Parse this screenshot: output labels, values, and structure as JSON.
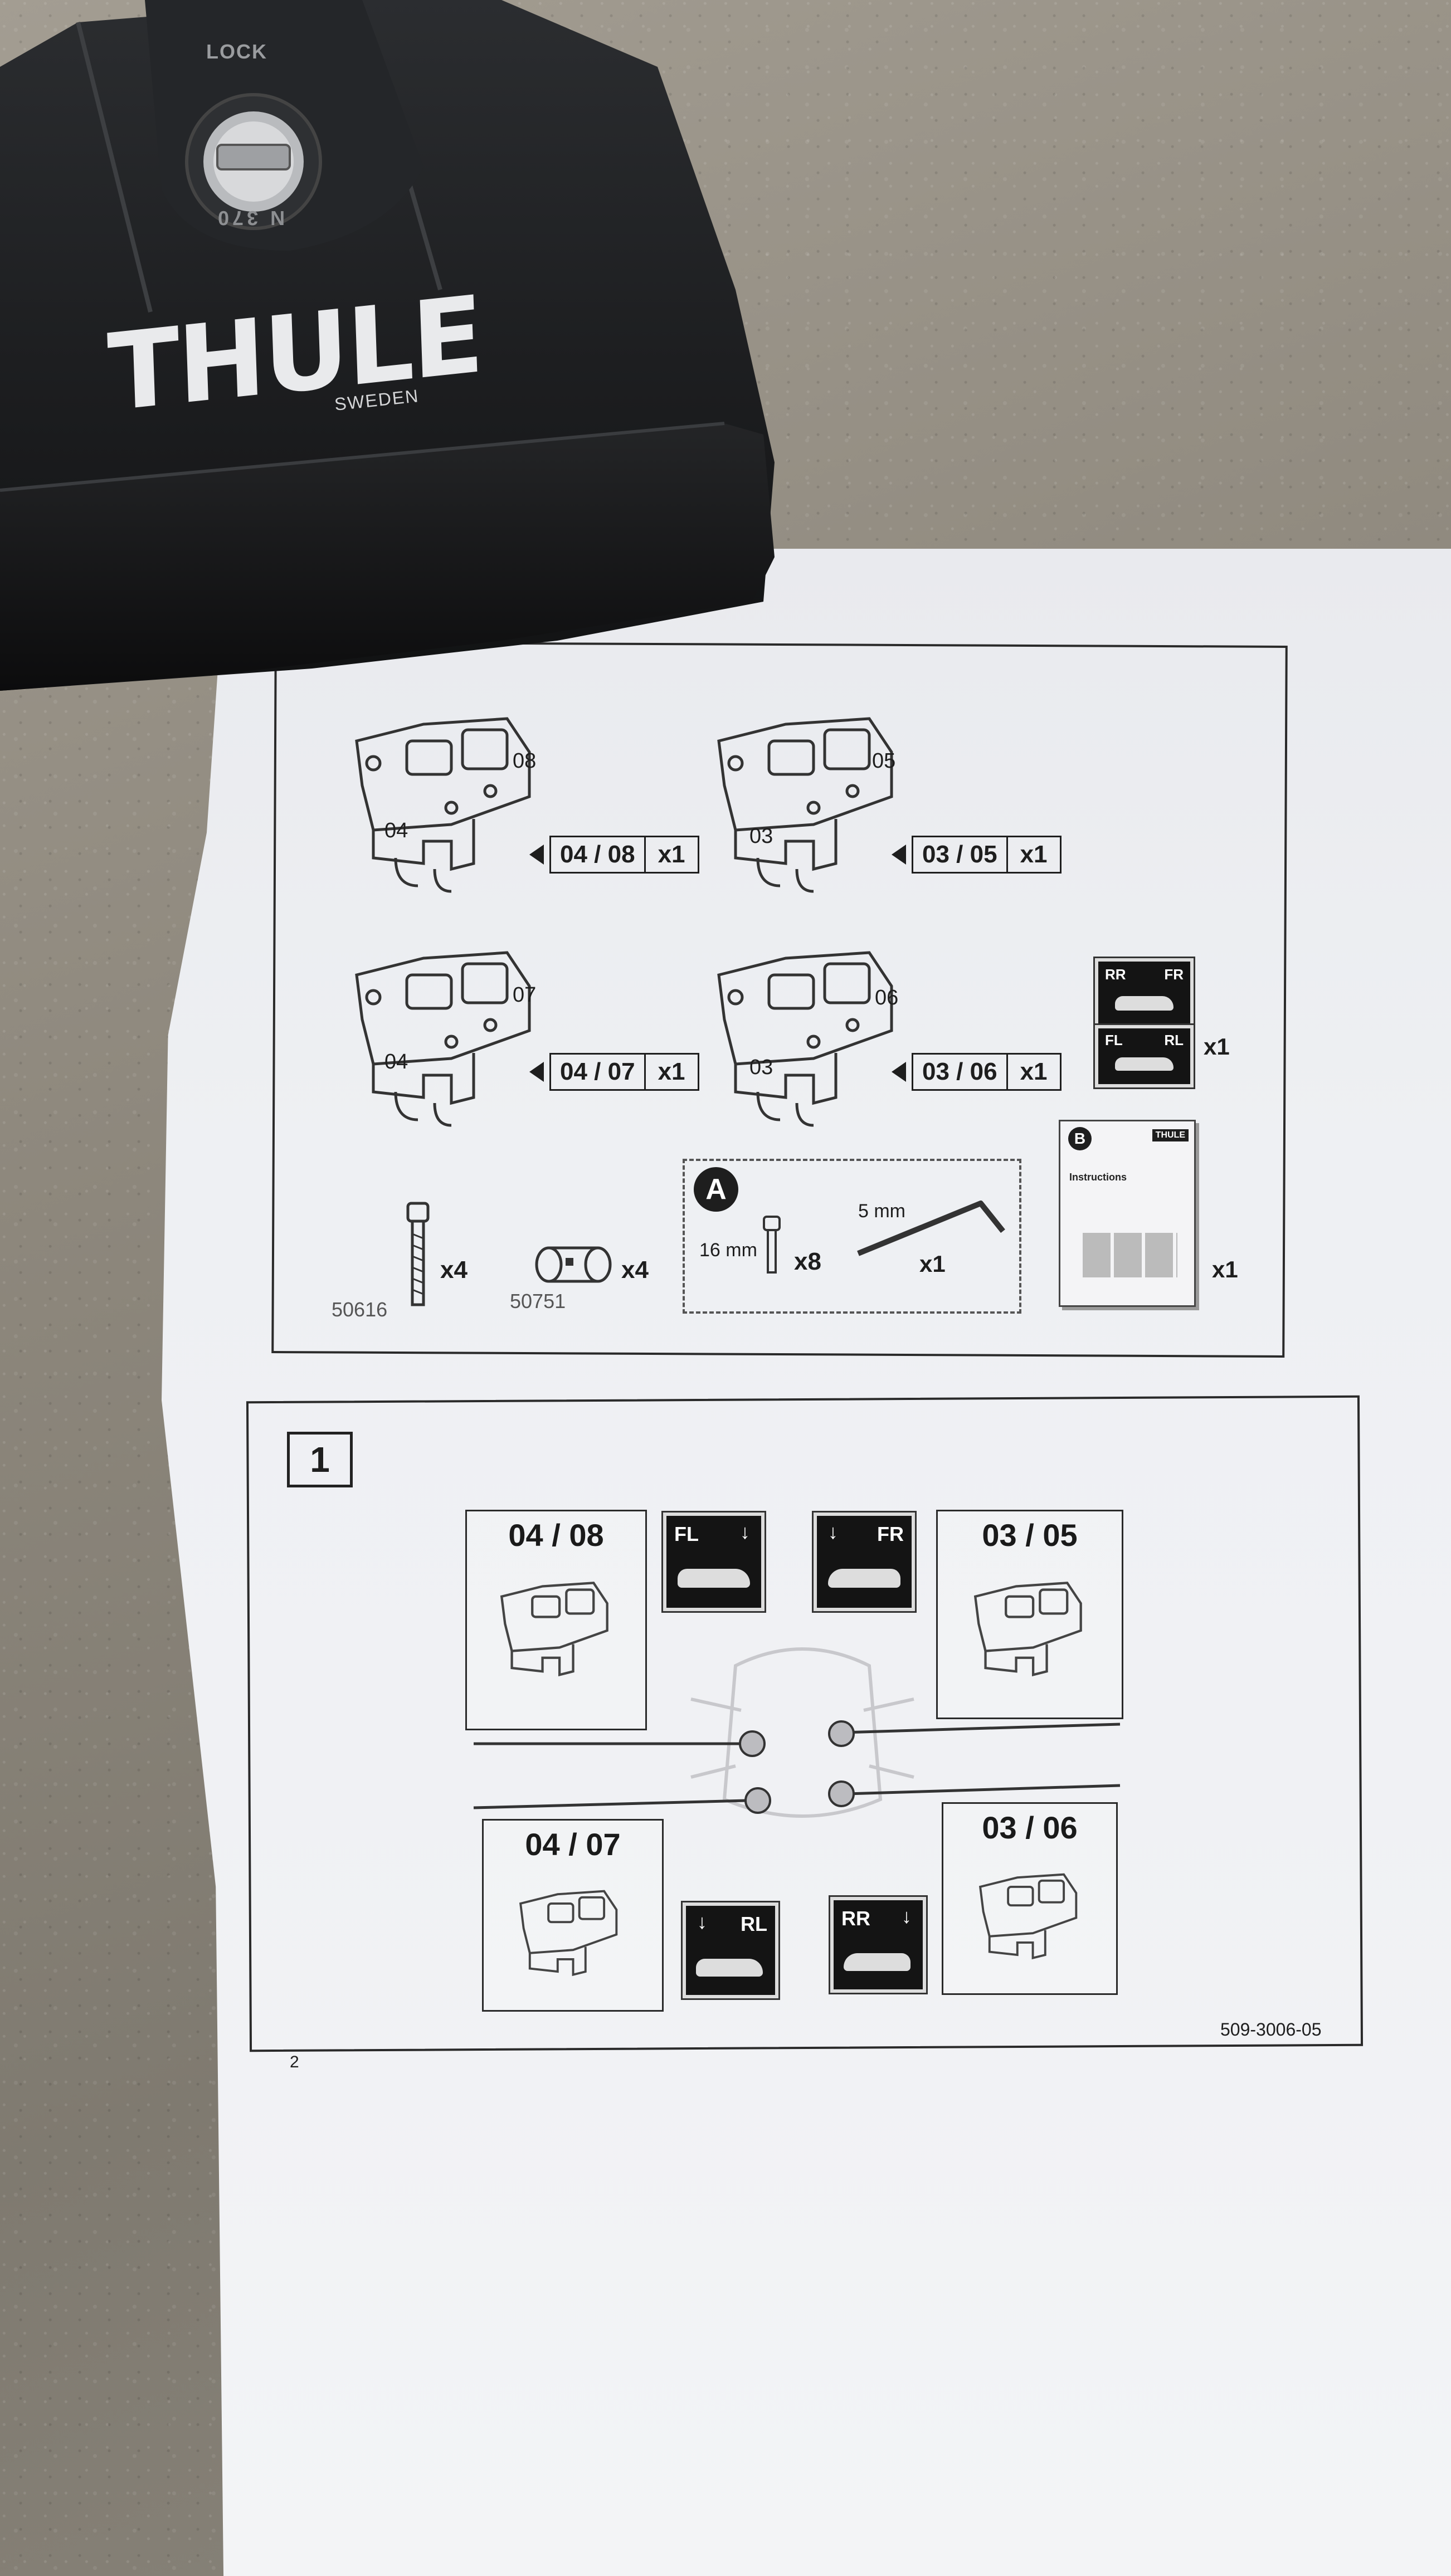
{
  "foot_brand": {
    "logo": "THULE",
    "country": "SWEDEN",
    "lock_label": "LOCK",
    "lock_code": "N 370"
  },
  "parts_panel": {
    "kits": [
      {
        "code": "04 / 08",
        "qty": "x1",
        "left_num": "04",
        "right_num": "08"
      },
      {
        "code": "03 / 05",
        "qty": "x1",
        "left_num": "03",
        "right_num": "05"
      },
      {
        "code": "04 / 07",
        "qty": "x1",
        "left_num": "04",
        "right_num": "07"
      },
      {
        "code": "03 / 06",
        "qty": "x1",
        "left_num": "03",
        "right_num": "06"
      }
    ],
    "position_labels": {
      "qty": "x1",
      "rr": "RR",
      "fr": "FR",
      "fl": "FL",
      "rl": "RL"
    },
    "bolt": {
      "part_no": "50616",
      "qty": "x4"
    },
    "sleeve": {
      "part_no": "50751",
      "qty": "x4"
    },
    "tool_kit": {
      "letter": "A",
      "screw_size": "16 mm",
      "screw_qty": "x8",
      "wrench_size": "5 mm",
      "wrench_qty": "x1"
    },
    "manual": {
      "letter": "B",
      "brand": "THULE",
      "title": "Instructions",
      "qty": "x1"
    }
  },
  "step_panel": {
    "step_number": "1",
    "front_left": {
      "code": "04 / 08",
      "tag": "FL"
    },
    "front_right": {
      "code": "03 / 05",
      "tag": "FR"
    },
    "rear_left": {
      "code": "04 / 07",
      "tag": "RL"
    },
    "rear_right": {
      "code": "03 / 06",
      "tag": "RR"
    }
  },
  "footer": {
    "page_number": "2",
    "doc_number": "509-3006-05"
  }
}
